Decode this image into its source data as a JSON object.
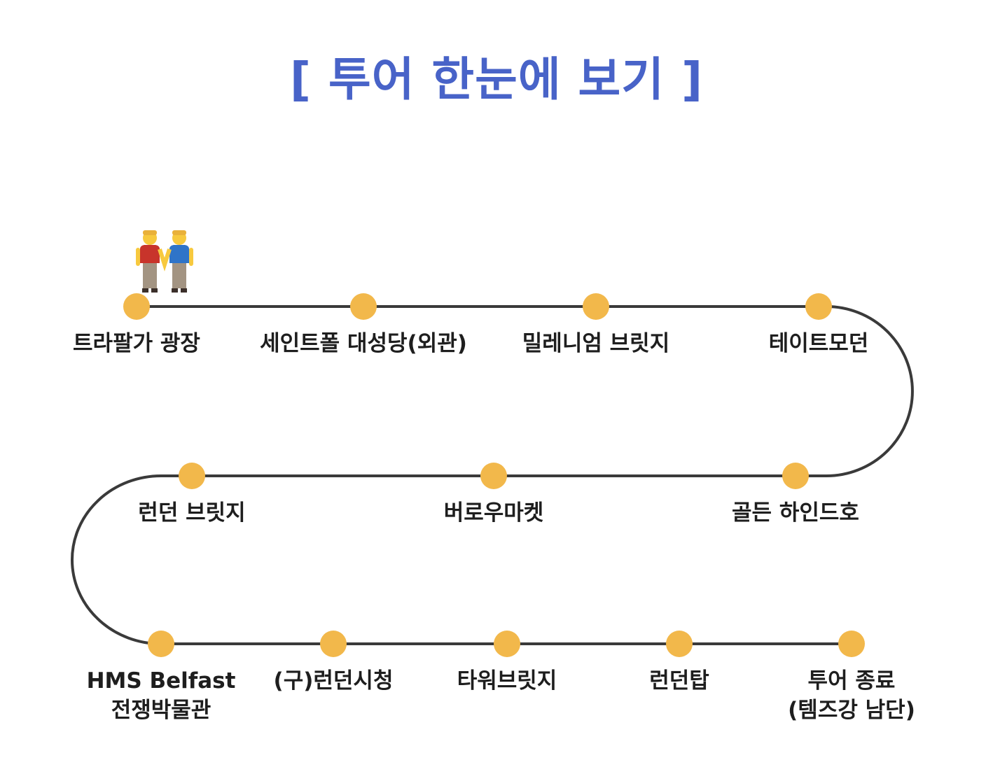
{
  "title": "[ 투어 한눈에 보기 ]",
  "colors": {
    "title": "#4863C8",
    "stop": "#F2B84B",
    "line": "#3a3a3a"
  },
  "start_icon": "two-men-holding-hands-icon",
  "stops": [
    {
      "label": "트라팔가 광장"
    },
    {
      "label": "세인트폴 대성당(외관)"
    },
    {
      "label": "밀레니엄 브릿지"
    },
    {
      "label": "테이트모던"
    },
    {
      "label": "골든 하인드호"
    },
    {
      "label": "버로우마켓"
    },
    {
      "label": "런던 브릿지"
    },
    {
      "label": "HMS Belfast",
      "label2": "전쟁박물관"
    },
    {
      "label": "(구)런던시청"
    },
    {
      "label": "타워브릿지"
    },
    {
      "label": "런던탑"
    },
    {
      "label": "투어 종료",
      "label2": "(템즈강 남단)"
    }
  ]
}
